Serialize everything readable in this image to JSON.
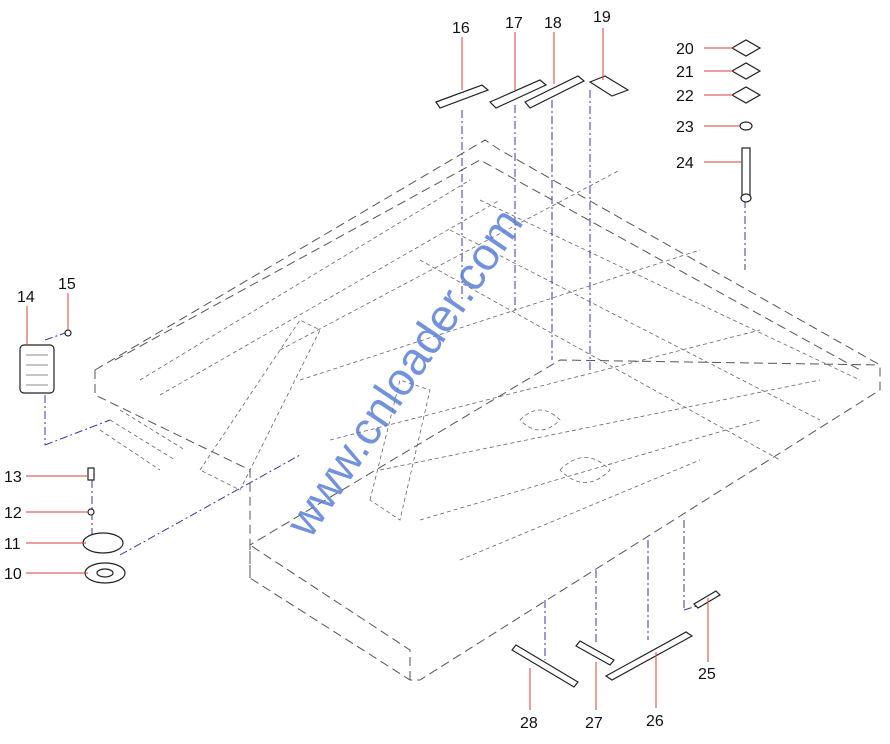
{
  "diagram": {
    "type": "exploded parts diagram",
    "watermark": "www.cnloader.com",
    "labels": [
      "10",
      "11",
      "12",
      "13",
      "14",
      "15",
      "16",
      "17",
      "18",
      "19",
      "20",
      "21",
      "22",
      "23",
      "24",
      "25",
      "26",
      "27",
      "28"
    ],
    "colors": {
      "leader": "#d04040",
      "axis": "#3a3aa0",
      "watermark": "#5b7fd8"
    }
  }
}
